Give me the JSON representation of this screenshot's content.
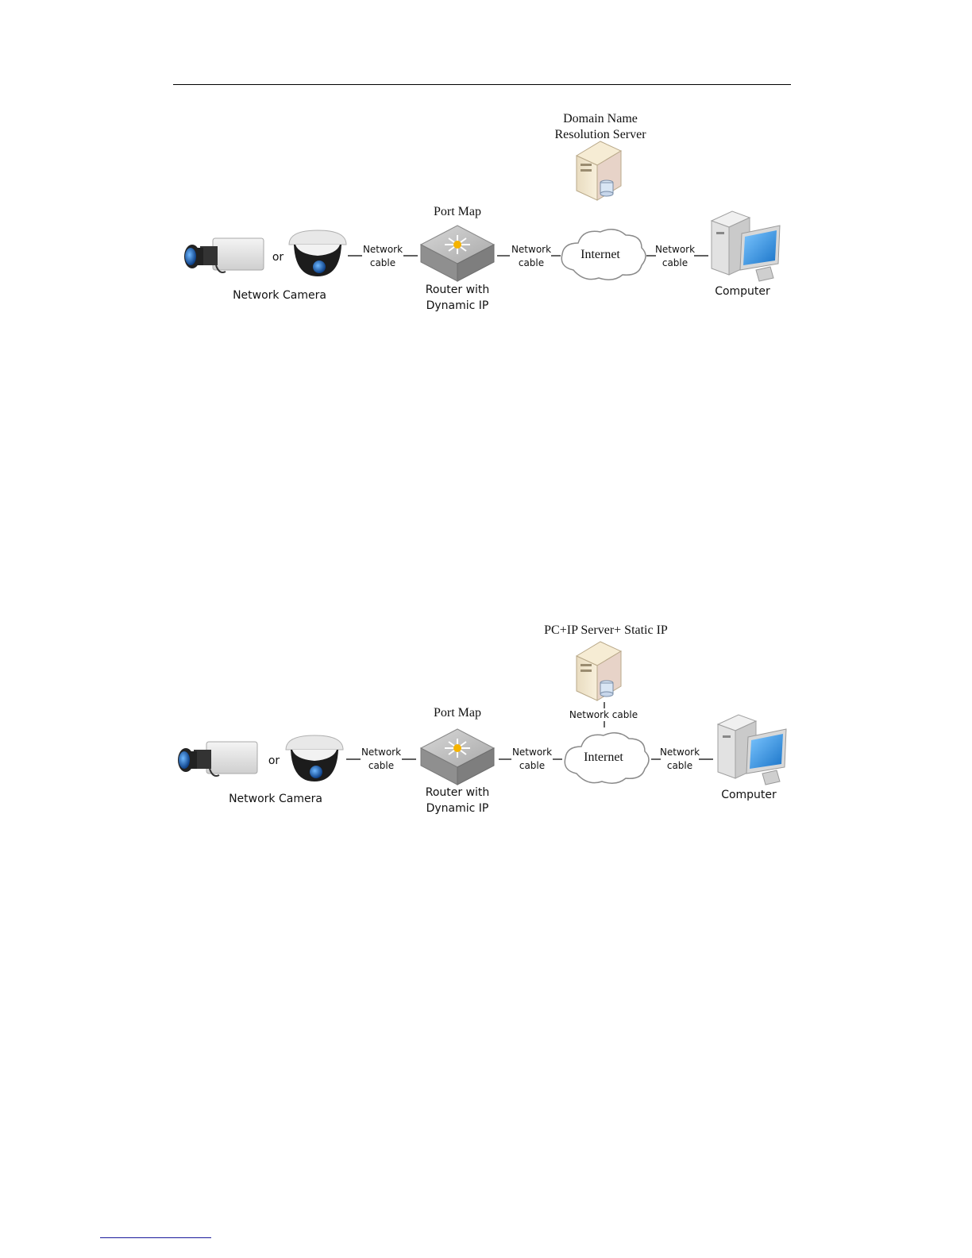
{
  "diagram1": {
    "dns_server_line1": "Domain Name",
    "dns_server_line2": "Resolution Server",
    "port_map": "Port Map",
    "or": "or",
    "camera_label": "Network Camera",
    "cable1_line1": "Network",
    "cable1_line2": "cable",
    "router_line1": "Router  with",
    "router_line2": "Dynamic IP",
    "cable2_line1": "Network",
    "cable2_line2": "cable",
    "internet": "Internet",
    "cable3_line1": "Network",
    "cable3_line2": "cable",
    "computer_label": "Computer"
  },
  "diagram2": {
    "server_label": "PC+IP Server+ Static IP",
    "server_cable": "Network cable",
    "port_map": "Port Map",
    "or": "or",
    "camera_label": "Network Camera",
    "cable1_line1": "Network",
    "cable1_line2": "cable",
    "router_line1": "Router  with",
    "router_line2": "Dynamic IP",
    "cable2_line1": "Network",
    "cable2_line2": "cable",
    "internet": "Internet",
    "cable3_line1": "Network",
    "cable3_line2": "cable",
    "computer_label": "Computer"
  },
  "colors": {
    "lens_blue": "#1a5aa8",
    "screen_blue": "#2a8ee0",
    "router_gray": "#9a9a9a",
    "server_beige": "#f2e6c8",
    "cloud_outline": "#888888"
  }
}
